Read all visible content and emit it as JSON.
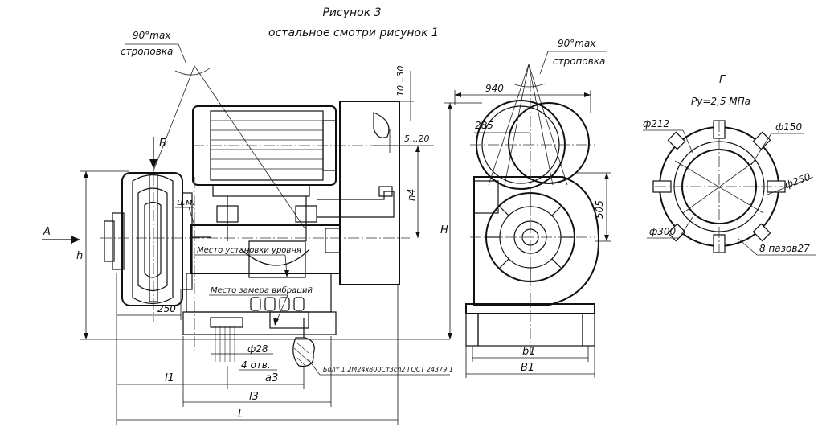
{
  "header": {
    "figure_title": "Рисунок 3",
    "figure_note": "остальное смотри рисунок 1"
  },
  "side_view": {
    "sling_angle": "90°max",
    "sling_label": "строповка",
    "view_arrow_b": "Б",
    "view_arrow_a": "А",
    "label_cm": "ц.м.",
    "level_place": "Место установки уровня",
    "vibration_place": "Место замера вибраций",
    "dim_h": "h",
    "dim_250": "250",
    "dim_hole": "ф28",
    "dim_holes_count": "4 отв.",
    "dim_l1": "l1",
    "dim_a3": "a3",
    "dim_l3": "l3",
    "dim_L": "L",
    "dim_10_30": "10...30",
    "dim_5_20": "5...20",
    "dim_h4": "h4",
    "bolt_note": "Болт 1.2М24х800Ст3сп2 ГОСТ 24379.1"
  },
  "front_view": {
    "sling_angle": "90°max",
    "sling_label": "строповка",
    "dim_940": "940",
    "dim_285": "285",
    "dim_505": "505",
    "dim_H": "H",
    "dim_b1": "b1",
    "dim_B1": "B1"
  },
  "flange_view": {
    "view_label": "Г",
    "pressure": "Ру=2,5 МПа",
    "d212": "ф212",
    "d150": "ф150",
    "d250": "ф250",
    "d300": "ф300",
    "slots": "8 пазов27"
  }
}
